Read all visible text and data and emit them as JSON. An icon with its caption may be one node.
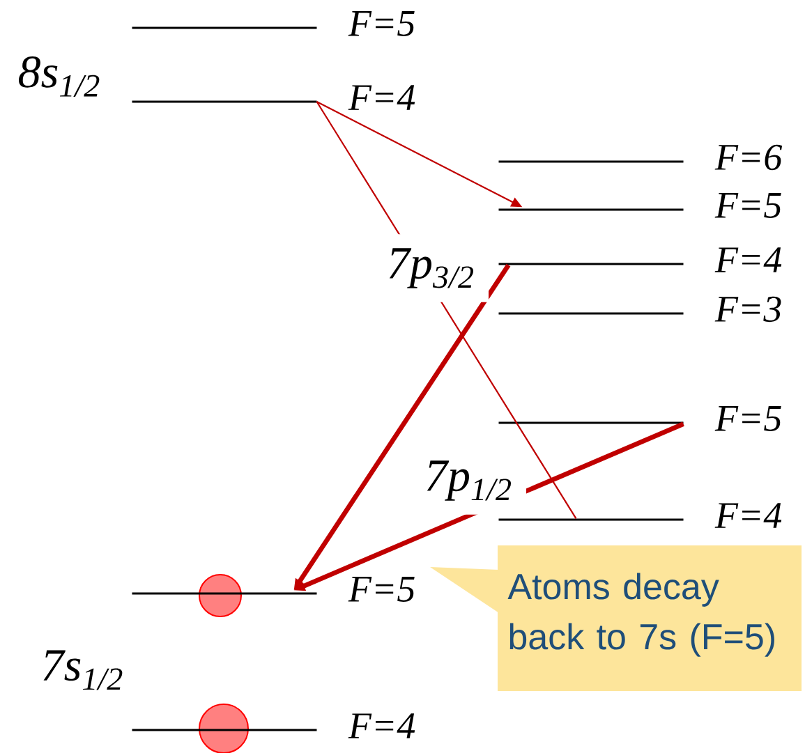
{
  "diagram": {
    "nodes": [
      {
        "text": [],
        "shape": "bar",
        "beside": [
          "F=5"
        ]
      },
      {
        "text": [],
        "shape": "bar",
        "beside": [
          "F=4"
        ]
      },
      {
        "text": [],
        "shape": "bar",
        "beside": [
          "F=6"
        ]
      },
      {
        "text": [],
        "shape": "bar",
        "beside": [
          "F=5"
        ]
      },
      {
        "text": [],
        "shape": "bar",
        "beside": [
          "F=4"
        ]
      },
      {
        "text": [],
        "shape": "bar",
        "beside": [
          "F=3"
        ]
      },
      {
        "text": [],
        "shape": "bar",
        "beside": [
          "F=5"
        ]
      },
      {
        "text": [],
        "shape": "bar",
        "beside": [
          "F=4"
        ]
      },
      {
        "text": [],
        "shape": "bar",
        "beside": [
          "F=5"
        ]
      },
      {
        "text": [],
        "shape": "bar",
        "beside": [
          "F=4"
        ]
      },
      {
        "text": [
          "Atoms decay back to 7s (F=5)"
        ]
      }
    ],
    "edges": [
      {
        "from": 1,
        "to": 3,
        "arrow": "to"
      },
      {
        "from": 1,
        "to": 7,
        "arrow": "none"
      },
      {
        "from": 4,
        "to": 8,
        "arrow": "to",
        "style": "thick"
      },
      {
        "from": 6,
        "to": 8,
        "arrow": "to",
        "style": "thick"
      }
    ],
    "labels": [
      "8s$_{1/2}$",
      "7p$_{3/2}$",
      "7p$_{1/2}$",
      "7s$_{1/2}$"
    ]
  }
}
